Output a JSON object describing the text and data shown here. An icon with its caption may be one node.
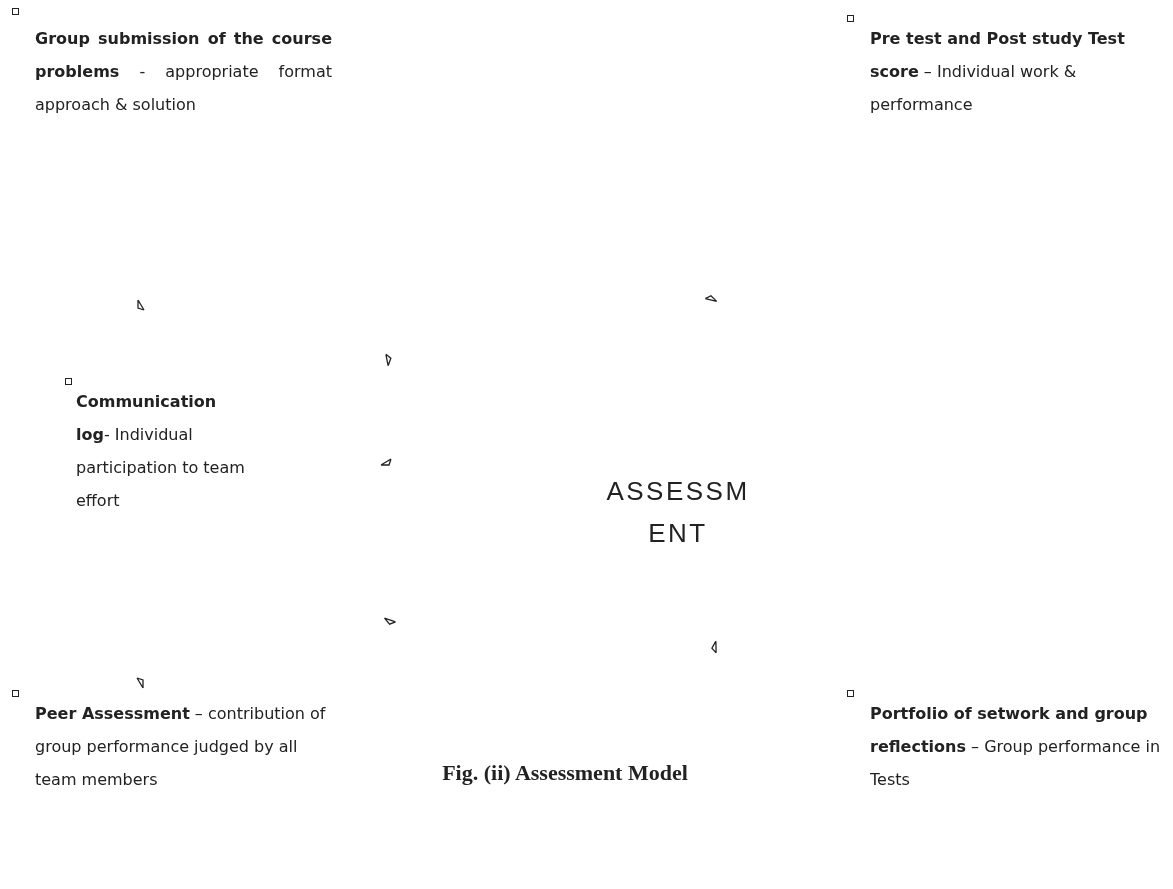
{
  "diagram": {
    "caption": "Fig. (ii) Assessment Model",
    "nodes": [
      {
        "text": [
          "**Group submission of the course problems** - appropriate format approach & solution"
        ]
      },
      {
        "text": [
          "**Pre test and Post study Test score** – Individual work & performance"
        ]
      },
      {
        "text": [
          "**Communication log**- Individual participation to team effort"
        ]
      },
      {
        "text": [
          "ASSESSMENT"
        ]
      },
      {
        "text": [
          "**Peer Assessment** – contribution of group performance judged by all team members"
        ]
      },
      {
        "text": [
          "**Portfolio of setwork and group reflections** – Group performance in Tests"
        ]
      }
    ]
  }
}
